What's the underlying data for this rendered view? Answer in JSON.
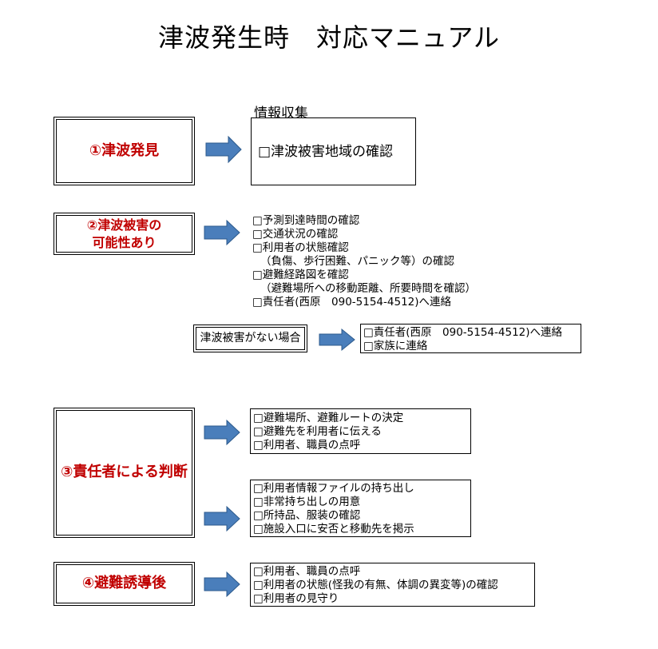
{
  "title": "津波発生時　対応マニュアル",
  "info_label": "情報収集",
  "colors": {
    "stage_text": "#c00000",
    "arrow_fill": "#4a7ebb",
    "arrow_stroke": "#2c5a8c"
  },
  "stages": {
    "s1": {
      "label": "①津波発見"
    },
    "s2": {
      "line1": "②津波被害の",
      "line2": "可能性あり"
    },
    "no_damage": {
      "label": "津波被害がない場合"
    },
    "s3": {
      "label": "③責任者による判断"
    },
    "s4": {
      "label": "④避難誘導後"
    }
  },
  "boxes": {
    "b1": [
      "□津波被害地域の確認"
    ],
    "b2": [
      "□予測到達時間の確認",
      "□交通状況の確認",
      "□利用者の状態確認",
      "（負傷、歩行困難、パニック等）の確認",
      "□避難経路図を確認",
      "（避難場所への移動距離、所要時間を確認）",
      "□責任者(西原　090-5154-4512)へ連絡"
    ],
    "b_no": [
      "□責任者(西原　090-5154-4512)へ連絡",
      "□家族に連絡"
    ],
    "b3a": [
      "□避難場所、避難ルートの決定",
      "□避難先を利用者に伝える",
      "□利用者、職員の点呼"
    ],
    "b3b": [
      "□利用者情報ファイルの持ち出し",
      "□非常持ち出しの用意",
      "□所持品、服装の確認",
      "□施設入口に安否と移動先を掲示"
    ],
    "b4": [
      "□利用者、職員の点呼",
      "□利用者の状態(怪我の有無、体調の異変等)の確認",
      "□利用者の見守り"
    ]
  }
}
